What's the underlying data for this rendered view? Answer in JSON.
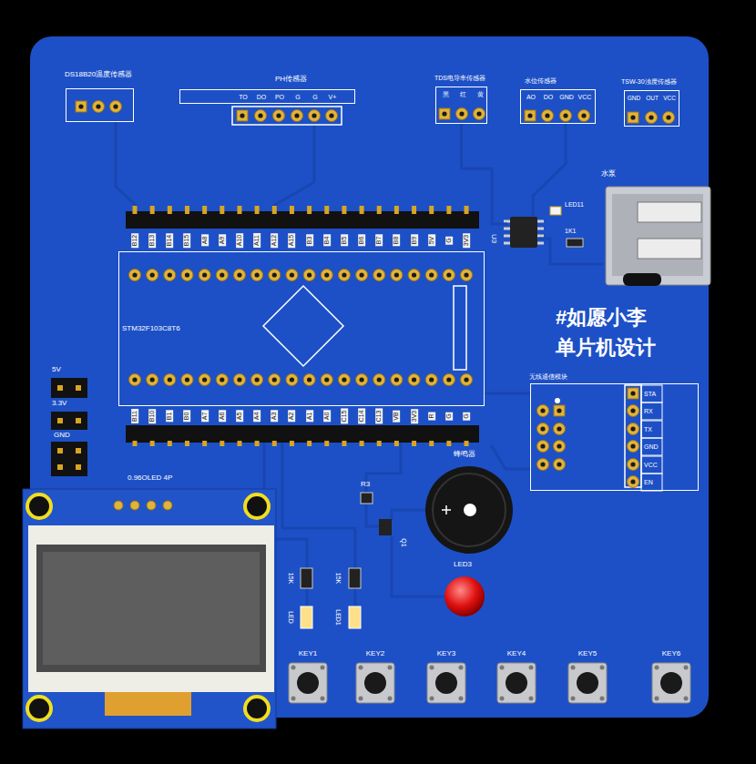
{
  "diagram": {
    "nodes": [
      {
        "text": [
          "DS18B20温度传感器"
        ]
      },
      {
        "text": [
          "PH传感器",
          "TO",
          "DO",
          "PO",
          "G",
          "G",
          "V+"
        ]
      },
      {
        "text": [
          "TDS电导率传感器",
          "黑",
          "红",
          "黄"
        ]
      },
      {
        "text": [
          "水位传感器",
          "AO",
          "DO",
          "GND",
          "VCC"
        ]
      },
      {
        "text": [
          "TSW-30浊度传感器",
          "GND",
          "OUT",
          "VCC"
        ]
      },
      {
        "text": [
          "水泵"
        ]
      },
      {
        "text": [
          "U3"
        ]
      },
      {
        "text": [
          "STM32F103C8T6"
        ]
      },
      {
        "text": [
          "无线通信模块",
          "STA",
          "RX",
          "TX",
          "GND",
          "VCC",
          "EN"
        ]
      },
      {
        "text": [
          "0.96OLED 4P"
        ]
      },
      {
        "text": [
          "蜂鸣器"
        ]
      },
      {
        "text": [
          "LED3"
        ]
      },
      {
        "text": [
          "KEY1"
        ]
      },
      {
        "text": [
          "KEY2"
        ]
      },
      {
        "text": [
          "KEY3"
        ]
      },
      {
        "text": [
          "KEY4"
        ]
      },
      {
        "text": [
          "KEY5"
        ]
      },
      {
        "text": [
          "KEY6"
        ]
      }
    ],
    "edges": [
      {
        "from": 2,
        "to": 6,
        "arrow": "none"
      },
      {
        "from": 6,
        "to": 5,
        "arrow": "none"
      },
      {
        "from": 7,
        "to": 8,
        "arrow": "none"
      }
    ],
    "labels": [
      "LED11",
      "1K1",
      "B12",
      "B13",
      "B14",
      "B15",
      "A8",
      "A9",
      "A10",
      "A11",
      "A12",
      "A15",
      "B3",
      "B4",
      "B5",
      "B6",
      "B7",
      "B8",
      "B9",
      "5V",
      "G",
      "3V3",
      "B11",
      "B10",
      "B1",
      "B0",
      "A7",
      "A6",
      "A5",
      "A4",
      "A3",
      "A2",
      "A1",
      "A0",
      "C15",
      "C14",
      "C13",
      "VB",
      "3V3",
      "R",
      "G",
      "G",
      "#如愿小李",
      "单片机设计",
      "5V",
      "3.3V",
      "GND",
      "R3",
      "Q1",
      "15K",
      "15K",
      "LED",
      "LED1"
    ]
  }
}
